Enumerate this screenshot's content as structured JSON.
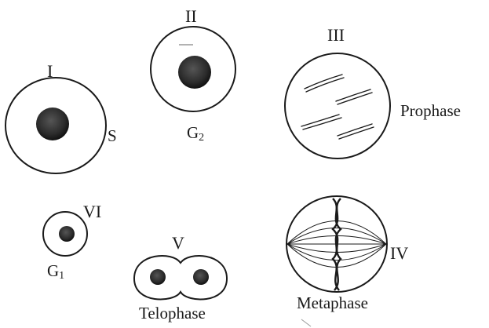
{
  "cells": [
    {
      "number": "I",
      "label": "S"
    },
    {
      "number": "II",
      "label": "G",
      "label_sub": "2"
    },
    {
      "number": "III",
      "label": "Prophase"
    },
    {
      "number": "IV",
      "label": "Metaphase"
    },
    {
      "number": "V",
      "label": "Telophase"
    },
    {
      "number": "VI",
      "label": "G",
      "label_sub": "1"
    }
  ],
  "colors": {
    "ink": "#1a1a1a",
    "nucleus": "#2b2b2b",
    "background": "#ffffff"
  }
}
